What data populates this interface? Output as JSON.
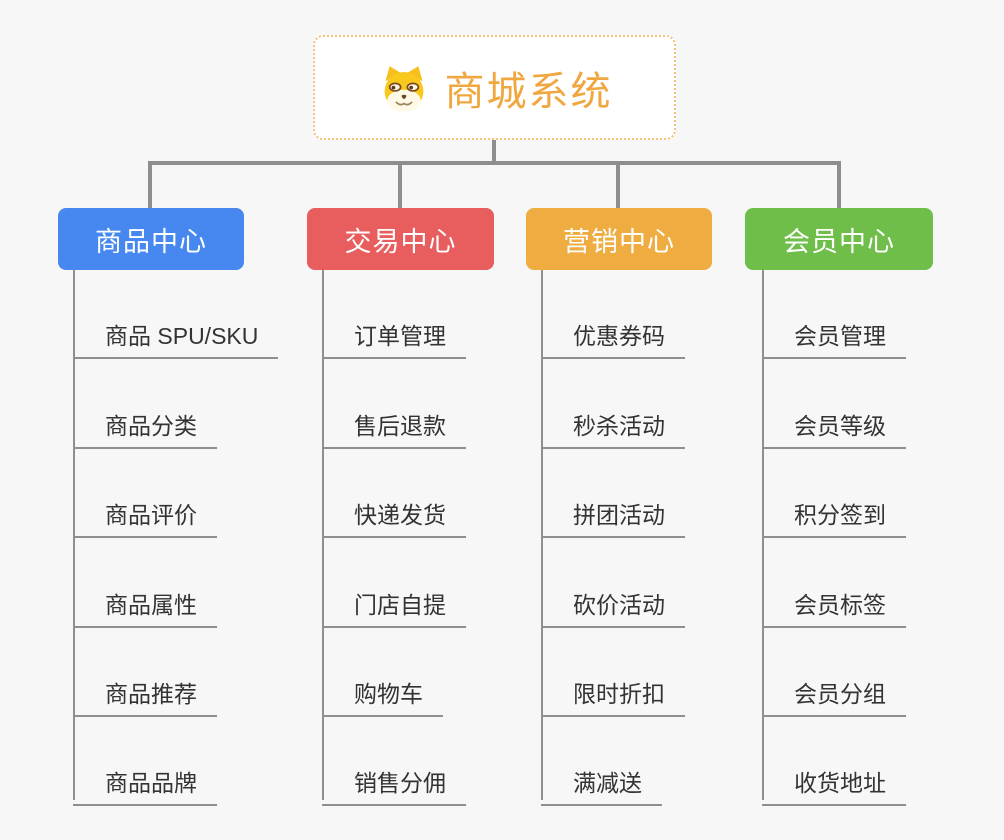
{
  "root": {
    "title": "商城系统",
    "title_color": "#F0A73F",
    "icon": "dog-face-icon",
    "border_color": "#F3C377"
  },
  "connector_color": "#8E8E8E",
  "branches": [
    {
      "label": "商品中心",
      "color": "#4788F0",
      "items": [
        "商品 SPU/SKU",
        "商品分类",
        "商品评价",
        "商品属性",
        "商品推荐",
        "商品品牌"
      ]
    },
    {
      "label": "交易中心",
      "color": "#E85D5D",
      "items": [
        "订单管理",
        "售后退款",
        "快递发货",
        "门店自提",
        "购物车",
        "销售分佣"
      ]
    },
    {
      "label": "营销中心",
      "color": "#EFAD41",
      "items": [
        "优惠券码",
        "秒杀活动",
        "拼团活动",
        "砍价活动",
        "限时折扣",
        "满减送"
      ]
    },
    {
      "label": "会员中心",
      "color": "#6EBE49",
      "items": [
        "会员管理",
        "会员等级",
        "积分签到",
        "会员标签",
        "会员分组",
        "收货地址"
      ]
    }
  ]
}
